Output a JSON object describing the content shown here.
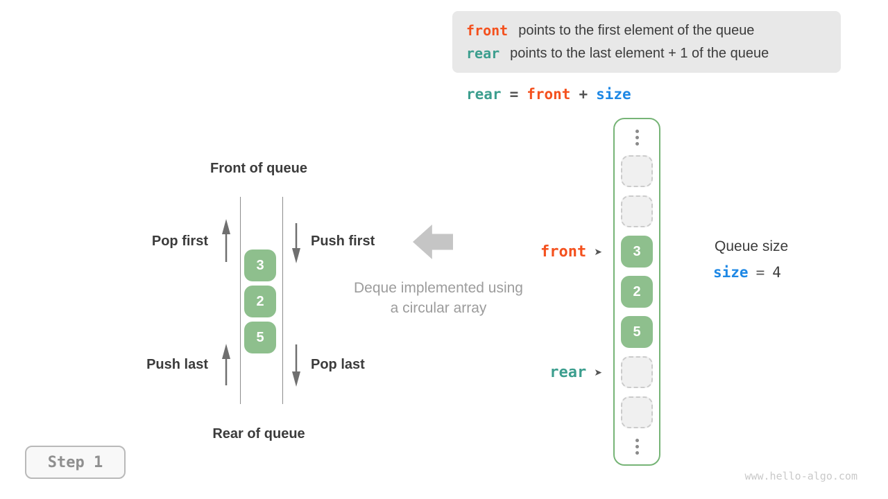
{
  "info_box": {
    "line1": {
      "keyword": "front",
      "text": "points to the first element of the queue"
    },
    "line2": {
      "keyword": "rear",
      "text": "points to the last element + 1 of the queue"
    }
  },
  "formula": {
    "lhs": "rear",
    "eq": "=",
    "term1": "front",
    "op": "+",
    "term2": "size"
  },
  "left_queue": {
    "front_title": "Front of queue",
    "rear_title": "Rear of queue",
    "pop_first": "Pop first",
    "push_first": "Push first",
    "push_last": "Push last",
    "pop_last": "Pop last",
    "elements": [
      "3",
      "2",
      "5"
    ]
  },
  "caption": {
    "line1": "Deque implemented using",
    "line2": "a circular array"
  },
  "array": {
    "cells": [
      {
        "type": "empty",
        "value": ""
      },
      {
        "type": "empty",
        "value": ""
      },
      {
        "type": "filled",
        "value": "3"
      },
      {
        "type": "filled",
        "value": "2"
      },
      {
        "type": "filled",
        "value": "5"
      },
      {
        "type": "empty",
        "value": ""
      },
      {
        "type": "empty",
        "value": ""
      }
    ],
    "front_pointer": "front",
    "rear_pointer": "rear",
    "pointer_arrow": "➤"
  },
  "queue_size": {
    "title": "Queue size",
    "var": "size",
    "eq": "=",
    "value": "4"
  },
  "step_badge": "Step 1",
  "watermark": "www.hello-algo.com",
  "colors": {
    "accent_orange": "#f4511e",
    "accent_teal": "#3c9e8e",
    "accent_blue": "#1e88e5",
    "cell_green": "#8ebf8d",
    "array_border_green": "#76b476",
    "legend_bg": "#e8e8e8"
  }
}
